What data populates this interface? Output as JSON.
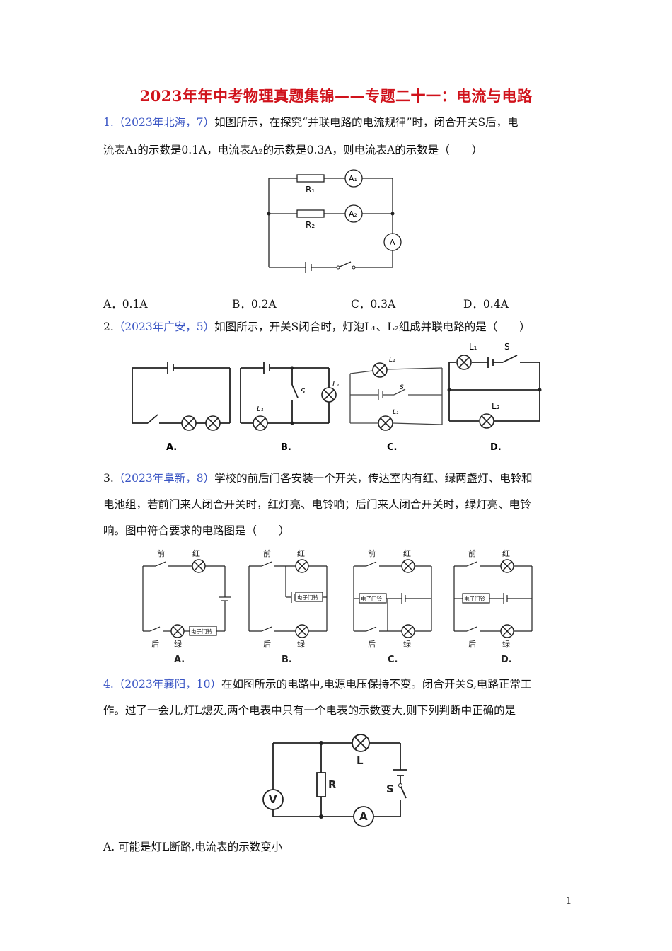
{
  "title": "2023年年中考物理真题集锦——专题二十一：电流与电路",
  "q1": {
    "num": "1.",
    "source": "（2023年北海，7）",
    "line1": "如图所示，在探究“并联电路的电流规律”时，闭合开关S后，电",
    "line2": "流表A₁的示数是0.1A，电流表A₂的示数是0.3A，则电流表A的示数是（　　）",
    "fig": {
      "R1": "R₁",
      "R2": "R₂",
      "A1": "A₁",
      "A2": "A₂",
      "A": "A"
    },
    "options": [
      "A．0.1A",
      "B．0.2A",
      "C．0.3A",
      "D．0.4A"
    ]
  },
  "q2": {
    "num": "2.",
    "source": "（2023年广安，5）",
    "line1": "如图所示，开关S闭合时，灯泡L₁、L₂组成并联电路的是（　　）",
    "fig": {
      "L1": "L₁",
      "L2": "L₂",
      "S": "S",
      "Li": "L₁",
      "Lii": "L₁",
      "s": "S"
    },
    "captions": [
      "A.",
      "B.",
      "C.",
      "D."
    ]
  },
  "q3": {
    "num": "3.",
    "source": "（2023年阜新，8）",
    "line1": "学校的前后门各安装一个开关，传达室内有红、绿两盏灯、电铃和",
    "line2": "电池组，若前门来人闭合开关时，红灯亮、电铃响；后门来人闭合开关时，绿灯亮、电铃",
    "line3": "响。图中符合要求的电路图是（　　）",
    "fig": {
      "front": "前",
      "back": "后",
      "red": "红",
      "green": "绿",
      "bell": "电子门铃"
    },
    "captions": [
      "A.",
      "B.",
      "C.",
      "D."
    ]
  },
  "q4": {
    "num": "4.",
    "source": "（2023年襄阳，10）",
    "line1": "在如图所示的电路中,电源电压保持不变。闭合开关S,电路正常工",
    "line2": "作。过了一会儿,灯L熄灭,两个电表中只有一个电表的示数变大,则下列判断中正确的是",
    "fig": {
      "V": "V",
      "R": "R",
      "L": "L",
      "S": "S",
      "A": "A"
    },
    "optionA": "A. 可能是灯L断路,电流表的示数变小"
  },
  "page_number": "1"
}
